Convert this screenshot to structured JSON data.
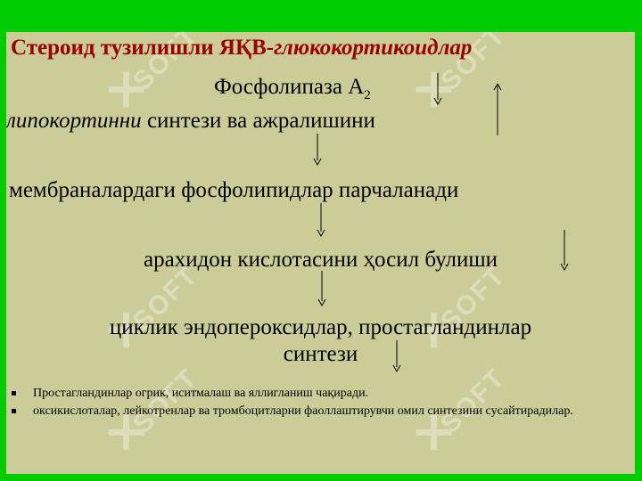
{
  "title": {
    "plain": "Стероид тузилишли ЯҚВ-",
    "italic": "глюкокортикоидлар"
  },
  "lines": {
    "enzyme_main": "Фосфолипаза А",
    "enzyme_sub": "2",
    "lipocortin_italic": "липокортинни",
    "lipocortin_rest": " синтези ва ажралишини",
    "membrane": "мембраналардаги фосфолипидлар парчаланади",
    "arachidonic": "арахидон кислотасини ҳосил булиши",
    "cyclic": "циклик эндопероксидлар, простагландинлар",
    "synthesis": "синтези"
  },
  "bullets": [
    "Простагландинлар огрик, иситмалаш ва яллигланиш чақиради.",
    "оксикислоталар, лейкотренлар ва тромбоцитларни фаоллаштирувчи  омил синтезини сусайтирадилар."
  ],
  "watermark": "SOFT",
  "colors": {
    "border": "#00cc00",
    "background": "#cccc99",
    "title": "#990000"
  }
}
